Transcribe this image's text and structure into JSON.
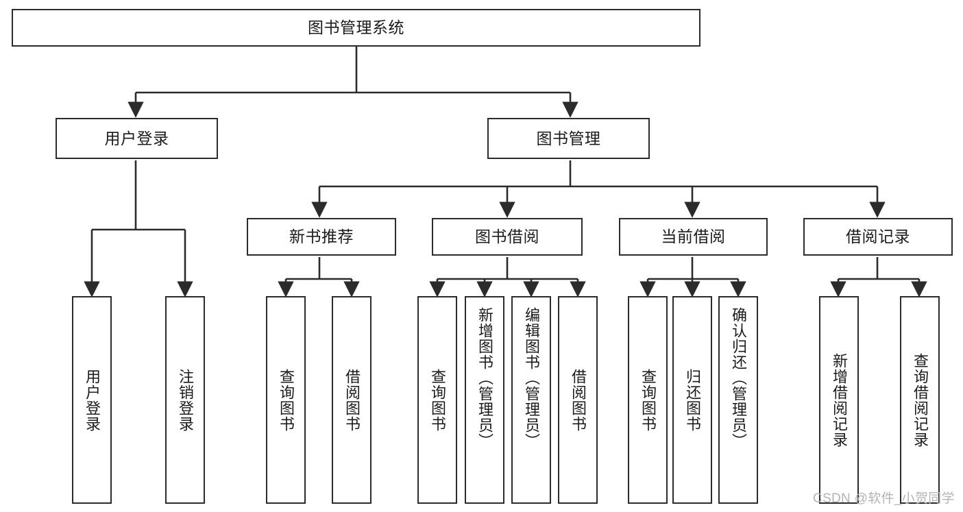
{
  "diagram": {
    "type": "tree-hierarchy-chart",
    "title": "图书管理系统",
    "root": {
      "id": "root",
      "label": "图书管理系统",
      "orientation": "horizontal"
    },
    "level2": [
      {
        "id": "user-login",
        "label": "用户登录",
        "orientation": "horizontal"
      },
      {
        "id": "book-manage",
        "label": "图书管理",
        "orientation": "horizontal"
      }
    ],
    "level3": [
      {
        "id": "new-book-recommend",
        "label": "新书推荐",
        "orientation": "horizontal",
        "parent": "book-manage"
      },
      {
        "id": "book-borrow",
        "label": "图书借阅",
        "orientation": "horizontal",
        "parent": "book-manage"
      },
      {
        "id": "current-borrow",
        "label": "当前借阅",
        "orientation": "horizontal",
        "parent": "book-manage"
      },
      {
        "id": "borrow-record",
        "label": "借阅记录",
        "orientation": "horizontal",
        "parent": "book-manage"
      }
    ],
    "leaves": [
      {
        "id": "leaf-user-login",
        "label": "用户登录",
        "parent": "user-login",
        "orientation": "vertical"
      },
      {
        "id": "leaf-user-logout",
        "label": "注销登录",
        "parent": "user-login",
        "orientation": "vertical"
      },
      {
        "id": "leaf-query-book-1",
        "label": "查询图书",
        "parent": "new-book-recommend",
        "orientation": "vertical"
      },
      {
        "id": "leaf-borrow-book-1",
        "label": "借阅图书",
        "parent": "new-book-recommend",
        "orientation": "vertical"
      },
      {
        "id": "leaf-query-book-2",
        "label": "查询图书",
        "parent": "book-borrow",
        "orientation": "vertical"
      },
      {
        "id": "leaf-add-book",
        "label": "新增图书（管理员）",
        "parent": "book-borrow",
        "orientation": "vertical"
      },
      {
        "id": "leaf-edit-book",
        "label": "编辑图书（管理员）",
        "parent": "book-borrow",
        "orientation": "vertical"
      },
      {
        "id": "leaf-borrow-book-2",
        "label": "借阅图书",
        "parent": "book-borrow",
        "orientation": "vertical"
      },
      {
        "id": "leaf-query-book-3",
        "label": "查询图书",
        "parent": "current-borrow",
        "orientation": "vertical"
      },
      {
        "id": "leaf-return-book",
        "label": "归还图书",
        "parent": "current-borrow",
        "orientation": "vertical"
      },
      {
        "id": "leaf-confirm-return",
        "label": "确认归还（管理员）",
        "parent": "current-borrow",
        "orientation": "vertical"
      },
      {
        "id": "leaf-add-record",
        "label": "新增借阅记录",
        "parent": "borrow-record",
        "orientation": "vertical"
      },
      {
        "id": "leaf-query-record",
        "label": "查询借阅记录",
        "parent": "borrow-record",
        "orientation": "vertical"
      }
    ],
    "watermark": "CSDN @软件_小贺同学",
    "colors": {
      "stroke": "#2b2b2b",
      "fill": "#ffffff",
      "text": "#1b1b1b",
      "watermark": "#b4b4b4"
    }
  }
}
